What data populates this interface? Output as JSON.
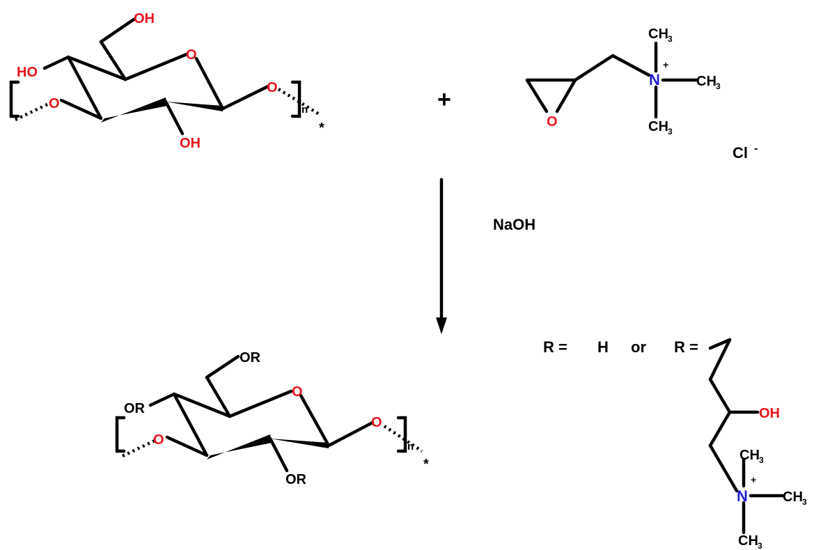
{
  "reactant_cellulose": {
    "labels": {
      "oh_top": "OH",
      "ring_o": "O",
      "ho_left": "HO",
      "o_left": "O",
      "o_right": "O",
      "oh_bottom": "OH",
      "n": "n",
      "star": "*"
    }
  },
  "plus_sign": "+",
  "reagent_epoxide": {
    "labels": {
      "epoxide_o": "O",
      "n": "N",
      "charge": "+",
      "ch3_top": "CH",
      "ch3_right": "CH",
      "ch3_bottom": "CH",
      "sub3": "3",
      "counterion": "Cl",
      "counterion_charge": "-"
    }
  },
  "reaction_condition": "NaOH",
  "product": {
    "labels": {
      "or_top": "OR",
      "ring_o": "O",
      "or_left": "OR",
      "o_left": "O",
      "o_right": "O",
      "or_bottom": "OR",
      "n": "n",
      "star": "*"
    }
  },
  "r_definition": {
    "r_eq_1": "R =",
    "h": "H",
    "or_word": "or",
    "r_eq_2": "R =",
    "oh": "OH",
    "n": "N",
    "charge": "+",
    "ch3": "CH",
    "sub3": "3"
  },
  "colors": {
    "oxygen": "#e8141b",
    "nitrogen": "#1f1fd6",
    "bond": "#000000"
  }
}
